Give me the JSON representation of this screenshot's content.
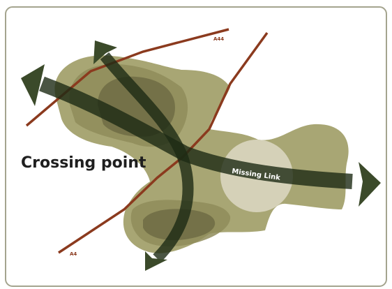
{
  "map": {
    "labels": {
      "crossing_point": "Crossing point",
      "missing_link": "Missing Link",
      "road_a44": "A44",
      "road_a4": "A4"
    },
    "colors": {
      "frame": "#a4a48e",
      "background": "#ffffff",
      "land_light": "#a8a674",
      "land_mid": "#8f8c5a",
      "land_dark": "#6f6c44",
      "highlight_zone": "#ddd8c4",
      "road": "#8b3a1e",
      "arrow": "#3b4a2a",
      "arrow_dark": "#1d2b14",
      "text": "#1f1f1f"
    }
  }
}
